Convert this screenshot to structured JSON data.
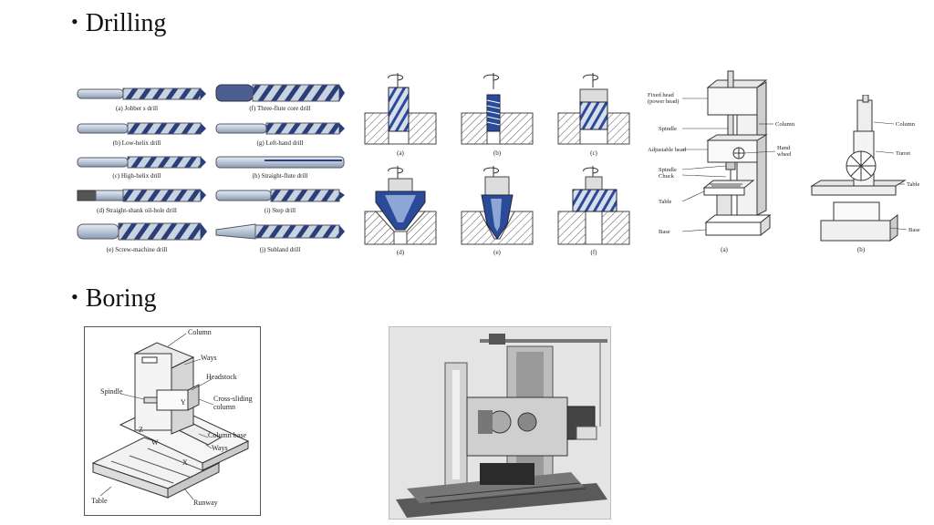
{
  "slide": {
    "heading1": "Drilling",
    "heading2": "Boring",
    "bullet": "•"
  },
  "drill_types": {
    "left": [
      "(a) Jobber s drill",
      "(b) Low-helix drill",
      "(c) High-helix drill",
      "(d) Straight-shank oil-hole drill",
      "(e) Screw-machine drill"
    ],
    "right": [
      "(f) Three-flute core drill",
      "(g) Left-hand drill",
      "(h) Straight-flute drill",
      "(i) Step drill",
      "(j) Subland drill"
    ]
  },
  "operations": {
    "captions": [
      "(a)",
      "(b)",
      "(c)",
      "(d)",
      "(e)",
      "(f)"
    ]
  },
  "drill_press": {
    "labels": {
      "fixed_head": "Fixed head",
      "power_head": "(power head)",
      "spindle": "Spindle",
      "column": "Column",
      "adjustable_head": "Adjustable head",
      "hand": "Hand",
      "wheel": "wheel",
      "spindle2": "Spindle",
      "chuck": "Chuck",
      "table": "Table",
      "base": "Base"
    },
    "caption": "(a)"
  },
  "turret_drill": {
    "labels": {
      "column": "Column",
      "turret": "Turret",
      "table": "Table",
      "base": "Base"
    },
    "caption": "(b)"
  },
  "boring_mill": {
    "labels": {
      "column": "Column",
      "ways": "Ways",
      "headstock": "Headstock",
      "spindle": "Spindle",
      "cross_sliding": "Cross-sliding",
      "column2": "column",
      "column_base": "Column base",
      "ways2": "Ways",
      "table": "Table",
      "runway": "Runway",
      "axis_y": "Y",
      "axis_z": "Z",
      "axis_w": "W",
      "axis_x": "X"
    }
  }
}
